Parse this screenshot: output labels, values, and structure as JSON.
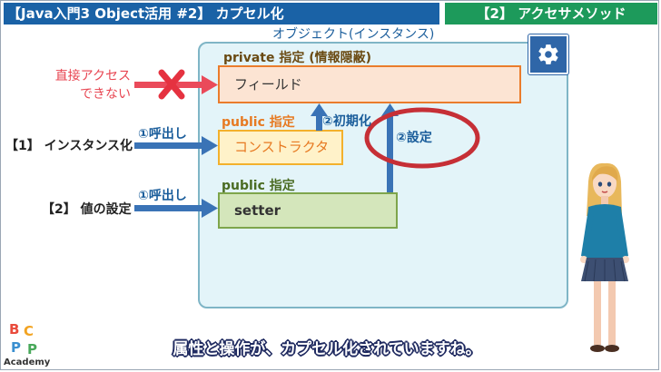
{
  "header": {
    "title": "【Java入門3 Object活用 #2】 カプセル化",
    "section": "【2】 アクセサメソッド"
  },
  "diagram": {
    "object_label": "オブジェクト(インスタンス)",
    "private_label": "private 指定 (情報隠蔽)",
    "field_box": "フィールド",
    "public_label_1": "public 指定",
    "constructor_box": "コンストラクタ",
    "public_label_2": "public 指定",
    "setter_box": "setter",
    "init_label": "②初期化",
    "set_label": "②設定",
    "no_access_line1": "直接アクセス",
    "no_access_line2": "できない",
    "instantiate_label": "【1】 インスタンス化",
    "value_set_label": "【2】 値の設定",
    "call_label_1": "①呼出し",
    "call_label_2": "①呼出し"
  },
  "subtitle": "属性と操作が、カプセル化されていますね。",
  "logo": {
    "letters": [
      "B",
      "C",
      "P",
      "P"
    ],
    "text": "Academy"
  },
  "icons": {
    "settings": "gear-icon",
    "deny": "red-x-icon"
  },
  "colors": {
    "header_blue": "#1a62a6",
    "header_green": "#1d9a5b",
    "arrow_blue": "#3a73b6",
    "arrow_red": "#ea4a5a",
    "circle_red": "#c62f36"
  }
}
